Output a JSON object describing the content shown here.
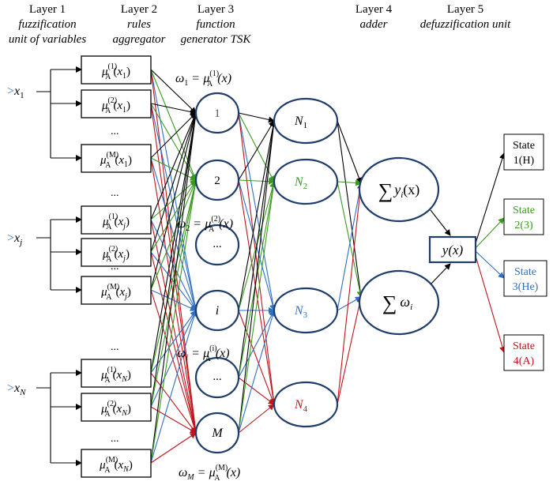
{
  "headers": {
    "layer1": {
      "title": "Layer 1",
      "line2": "fuzzification",
      "line3": "unit of variables"
    },
    "layer2": {
      "title": "Layer 2",
      "line2": "rules",
      "line3": "aggregator"
    },
    "layer3": {
      "title": "Layer 3",
      "line2": "function",
      "line3": "generator TSK"
    },
    "layer4": {
      "title": "Layer 4",
      "line2": "adder"
    },
    "layer5": {
      "title": "Layer 5",
      "line2": "defuzzification unit"
    }
  },
  "inputs": [
    {
      "prompt": ">",
      "var": "x",
      "sub": "1"
    },
    {
      "prompt": ">",
      "var": "x",
      "sub": "j"
    },
    {
      "prompt": ">",
      "var": "x",
      "sub": "N"
    }
  ],
  "membership_boxes": [
    {
      "mu": "μ",
      "base": "A",
      "sup": "(1)",
      "arg": "x",
      "argsub": "1"
    },
    {
      "mu": "μ",
      "base": "A",
      "sup": "(2)",
      "arg": "x",
      "argsub": "1"
    },
    {
      "mu": "μ",
      "base": "A",
      "sup": "(M)",
      "arg": "x",
      "argsub": "1"
    },
    {
      "mu": "μ",
      "base": "A",
      "sup": "(1)",
      "arg": "x",
      "argsub": "j"
    },
    {
      "mu": "μ",
      "base": "A",
      "sup": "(2)",
      "arg": "x",
      "argsub": "j"
    },
    {
      "mu": "μ",
      "base": "A",
      "sup": "(M)",
      "arg": "x",
      "argsub": "j"
    },
    {
      "mu": "μ",
      "base": "A",
      "sup": "(1)",
      "arg": "x",
      "argsub": "N"
    },
    {
      "mu": "μ",
      "base": "A",
      "sup": "(2)",
      "arg": "x",
      "argsub": "N"
    },
    {
      "mu": "μ",
      "base": "A",
      "sup": "(M)",
      "arg": "x",
      "argsub": "N"
    }
  ],
  "ellipsis": "...",
  "rule_nodes": [
    "1",
    "2",
    "...",
    "i",
    "...",
    "M"
  ],
  "weights": [
    {
      "w": "ω",
      "wsub": "1",
      "mu": "μ",
      "base": "A",
      "sup": "(1)",
      "arg": "(x)"
    },
    {
      "w": "ω",
      "wsub": "2",
      "mu": "μ",
      "base": "A",
      "sup": "(2)",
      "arg": "(x)"
    },
    {
      "w": "ω",
      "wsub": "i",
      "mu": "μ",
      "base": "A",
      "sup": "(i)",
      "arg": "(x)"
    },
    {
      "w": "ω",
      "wsub": "M",
      "mu": "μ",
      "base": "A",
      "sup": "(M)",
      "arg": "(x)"
    }
  ],
  "eq_sign": "=",
  "norm_nodes": [
    {
      "var": "N",
      "sub": "1",
      "color": "#000000"
    },
    {
      "var": "N",
      "sub": "2",
      "color": "#3a9a1f"
    },
    {
      "var": "N",
      "sub": "3",
      "color": "#2e6fc4"
    },
    {
      "var": "N",
      "sub": "4",
      "color": "#c0141c"
    }
  ],
  "adders": {
    "sigma": "∑",
    "top": {
      "var": "y",
      "sub": "i",
      "arg": "(x)"
    },
    "bottom": {
      "var": "ω",
      "sub": "i"
    }
  },
  "output": {
    "text": "y(x)"
  },
  "states": [
    {
      "line1": "State",
      "line2": "1(H)",
      "color": "#000000"
    },
    {
      "line1": "State",
      "line2": "2(3)",
      "color": "#3a9a1f"
    },
    {
      "line1": "State",
      "line2": "3(He)",
      "color": "#2e6fc4"
    },
    {
      "line1": "State",
      "line2": "4(A)",
      "color": "#c0141c"
    }
  ],
  "colors": {
    "black": "#000000",
    "green": "#3a9a1f",
    "blue": "#2e6fc4",
    "red": "#c0141c",
    "node_stroke": "#1f3d6b",
    "input_prompt": "#2e6fc4"
  }
}
